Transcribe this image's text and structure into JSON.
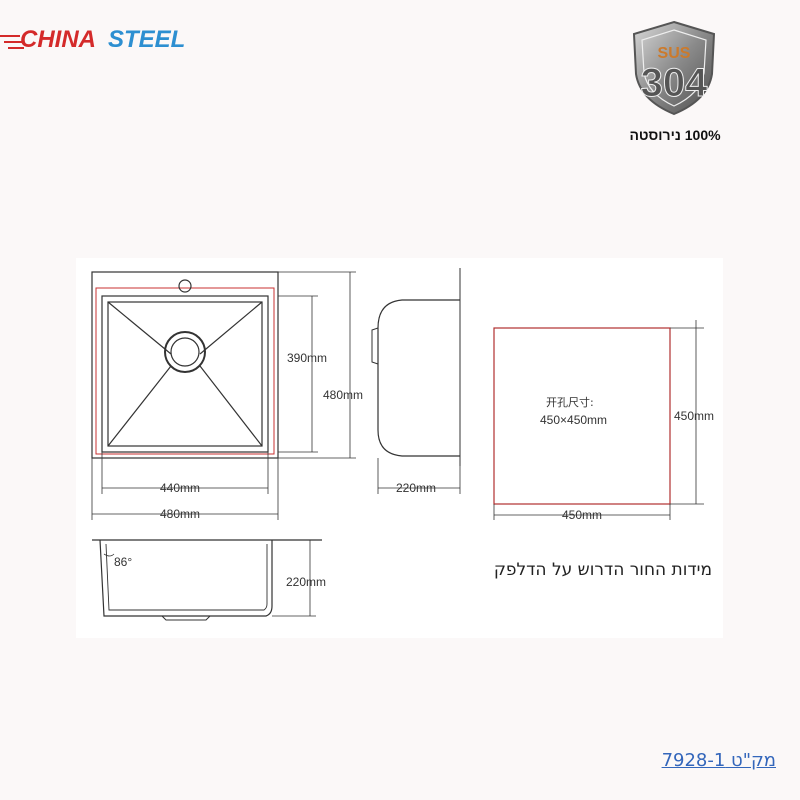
{
  "brand": {
    "word1": "CHINA",
    "word2": "STEEL",
    "color_red": "#d42a2a",
    "color_blue": "#2d8fd1"
  },
  "badge": {
    "top_text": "SUS",
    "main_text": "304",
    "caption": "100% נירוסטה"
  },
  "diagram": {
    "top_view": {
      "inner_width": "440mm",
      "outer_width": "480mm",
      "inner_height": "390mm",
      "outer_height": "480mm"
    },
    "side_view": {
      "depth": "220mm"
    },
    "cutout": {
      "label_cn": "开孔尺寸:",
      "label_size": "450×450mm",
      "width": "450mm",
      "height": "450mm",
      "color": "#b03030"
    },
    "front_view": {
      "angle": "86°",
      "depth": "220mm"
    }
  },
  "note": "מידות   החור הדרוש על הדלפק",
  "sku": "מק\"ט 7928-1"
}
